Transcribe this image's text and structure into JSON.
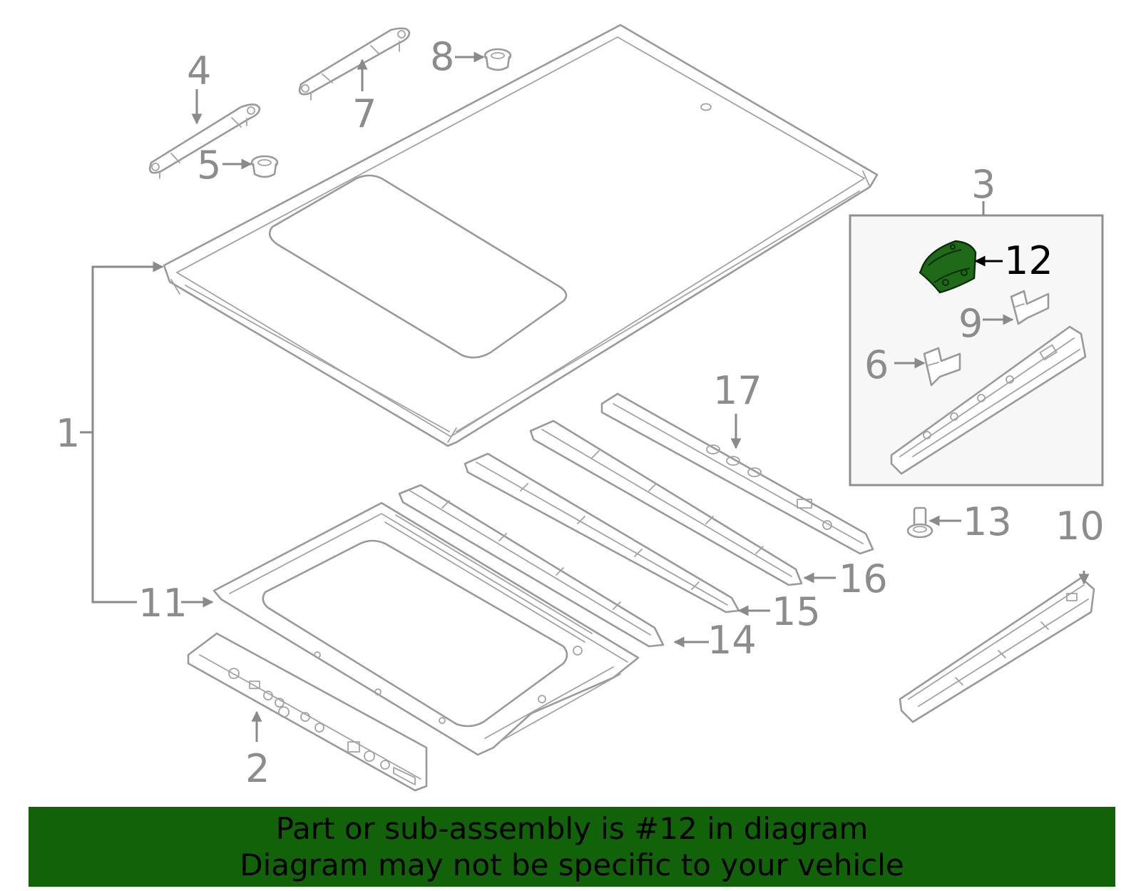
{
  "callouts": {
    "c1": "1",
    "c2": "2",
    "c3": "3",
    "c4": "4",
    "c5": "5",
    "c6": "6",
    "c7": "7",
    "c8": "8",
    "c9": "9",
    "c10": "10",
    "c11": "11",
    "c12": "12",
    "c13": "13",
    "c14": "14",
    "c15": "15",
    "c16": "16",
    "c17": "17"
  },
  "highlighted_part": "12",
  "colors": {
    "highlight": "#1f6a18",
    "banner": "#116209",
    "outline": "#9a9a9a"
  },
  "banner": {
    "line1": "Part or sub-assembly is #12 in diagram",
    "line2": "Diagram may not be specific to your vehicle"
  }
}
